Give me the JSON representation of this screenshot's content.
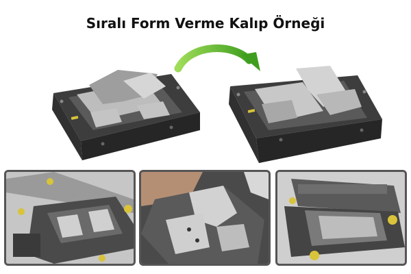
{
  "header": {
    "title": "Sıralı Form Verme Kalıp Örneği"
  },
  "figure": {
    "arrow_color": "#5dbf2a",
    "die_body_color": "#3b3b3b",
    "part_color": "#c9c9c9",
    "guide_bushing_color": "#d8c33a",
    "main_images": [
      {
        "name": "die-before-forming"
      },
      {
        "name": "die-after-forming"
      }
    ],
    "thumbnails": [
      {
        "name": "thumbnail-progressive-strip"
      },
      {
        "name": "thumbnail-forming-closeup"
      },
      {
        "name": "thumbnail-full-die-assembly"
      }
    ]
  }
}
